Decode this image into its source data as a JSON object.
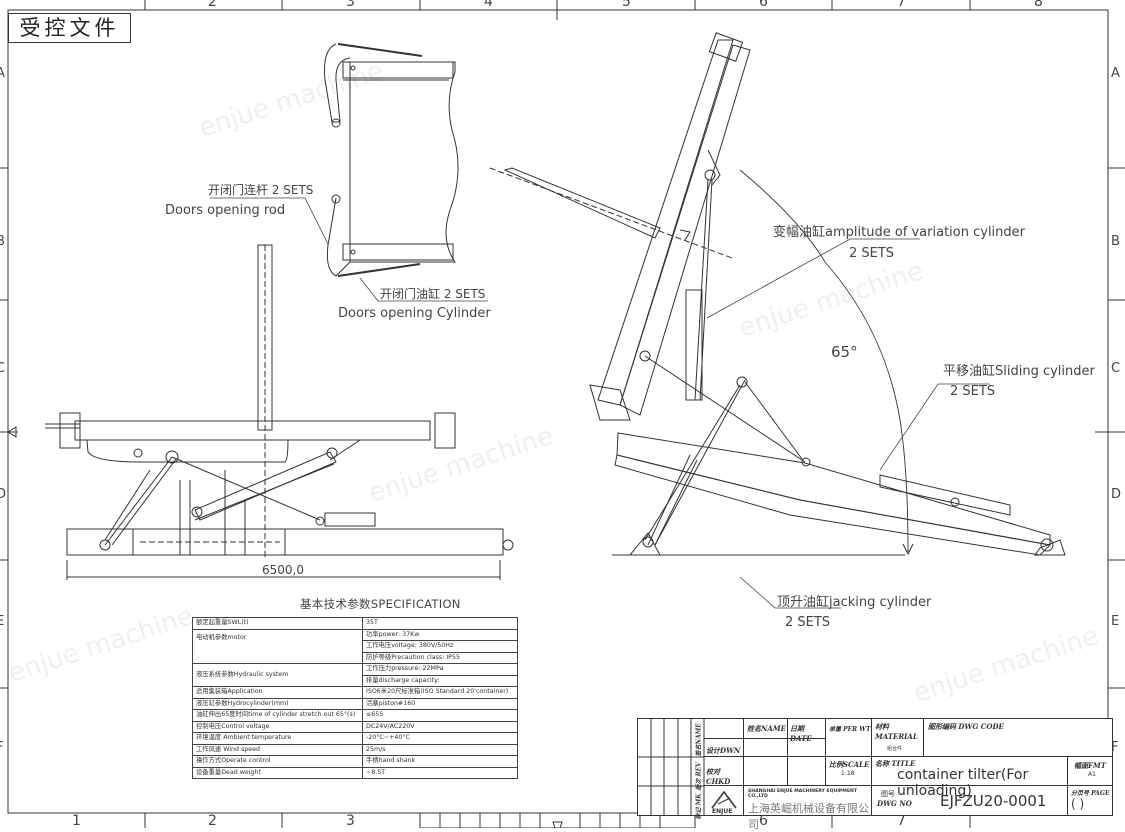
{
  "stamp": "受控文件",
  "border": {
    "columns_top": [
      "2",
      "3",
      "4",
      "5",
      "6",
      "7",
      "8"
    ],
    "columns_bottom": [
      "1",
      "2",
      "3",
      "6",
      "7"
    ],
    "rows_left": [
      "A",
      "B",
      "C",
      "D",
      "E",
      "F"
    ],
    "rows_right": [
      "A",
      "B",
      "C",
      "D",
      "E",
      "F"
    ]
  },
  "watermark": "enjue machine",
  "callouts": {
    "doors_rod_cn": "开闭门连杆 2  SETS",
    "doors_rod_en": "Doors  opening  rod",
    "doors_cyl_cn": "开闭门油缸 2  SETS",
    "doors_cyl_en": "Doors  opening  Cylinder",
    "amplitude_en": "变幅油缸amplitude  of  variation  cylinder",
    "amplitude_sets": "2  SETS",
    "angle": "65°",
    "sliding_en": "平移油缸Sliding  cylinder",
    "sliding_sets": "2  SETS",
    "jacking_en": "顶升油缸jacking  cylinder",
    "jacking_sets": "2  SETS",
    "dimension": "6500,0"
  },
  "spec": {
    "title": "基本技术参数SPECIFICATION",
    "rows": [
      {
        "label": "额定起重量SWL(t)",
        "value": "35T"
      },
      {
        "label": "电动机参数motor",
        "value": "功率power:        37Kw"
      },
      {
        "label": "",
        "value": "工作电压voltage:       380V/50Hz"
      },
      {
        "label": "",
        "value": "防护等级Precaution  class: IP55"
      },
      {
        "label": "液压系统参数Hydraulic  system",
        "value": "工作压力pressure:  22MPa"
      },
      {
        "label": "",
        "value": "排量discharge  capacity:"
      },
      {
        "label": "适用集装箱Application",
        "value": "ISO6米20尺标准箱(ISO  Standard  20'container)"
      },
      {
        "label": "液压缸参数Hydrocylinder(mm)",
        "value": "活塞piston#160"
      },
      {
        "label": "油缸伸出65度时间time  of  cylinder  stretch  out  65°(s)",
        "value": "≤65S"
      },
      {
        "label": "控制电压Control  voltage",
        "value": "DC24V/AC220V"
      },
      {
        "label": "环境温度  Ambient  temperature",
        "value": "-20°C~+40°C"
      },
      {
        "label": "工作风速  Wind  speed",
        "value": "25m/s"
      },
      {
        "label": "操作方式Operate  control",
        "value": "手柄hand  shank"
      },
      {
        "label": "设备重量Dead  weight",
        "value": "~8.5T"
      }
    ]
  },
  "title_block": {
    "name_label": "姓名NAME",
    "date_label": "日期DATE",
    "per_wt_label": "单重 PER WT",
    "material_label": "材料 MATERIAL",
    "material_value": "组合件",
    "dwg_code_label": "图形编码  DWG CODE",
    "dwn_label": "设计DWN",
    "chkd_label": "校对CHKD",
    "scale_label": "比例SCALE",
    "scale_value": "1:18",
    "title_label": "名称 TITLE",
    "title_value": "container  tilter(For  unloading)",
    "fmt_label": "幅面FMT",
    "fmt_value": "A1",
    "company_en": "SHANGHAI ENJUE MACHINERY EQUIPMENT CO.,LTD",
    "company_cn": "上海英崛机械设备有限公司",
    "logo_text": "ENJUE",
    "dwg_no_label_cn": "图号",
    "dwg_no_label": "DWG NO",
    "dwg_no_value": "EJFZU20-0001",
    "page_label": "分页号 PAGE",
    "page_value": "(        )",
    "side_name": "签名NAME",
    "side_rev": "版次 REV",
    "side_mk": "标记 MK"
  }
}
